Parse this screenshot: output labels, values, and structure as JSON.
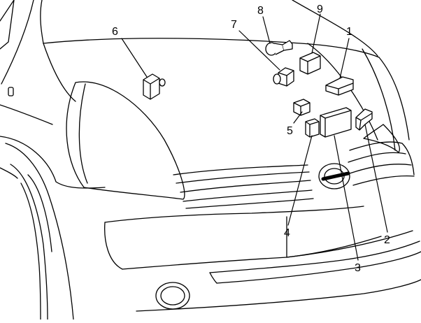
{
  "diagram": {
    "callouts": [
      {
        "id": "c1",
        "label": "1"
      },
      {
        "id": "c2",
        "label": "2"
      },
      {
        "id": "c3",
        "label": "3"
      },
      {
        "id": "c4",
        "label": "4"
      },
      {
        "id": "c5",
        "label": "5"
      },
      {
        "id": "c6",
        "label": "6"
      },
      {
        "id": "c7",
        "label": "7"
      },
      {
        "id": "c8",
        "label": "8"
      },
      {
        "id": "c9",
        "label": "9"
      }
    ]
  },
  "colors": {
    "line": "#000000",
    "fill": "#ffffff",
    "background": "#ffffff"
  }
}
